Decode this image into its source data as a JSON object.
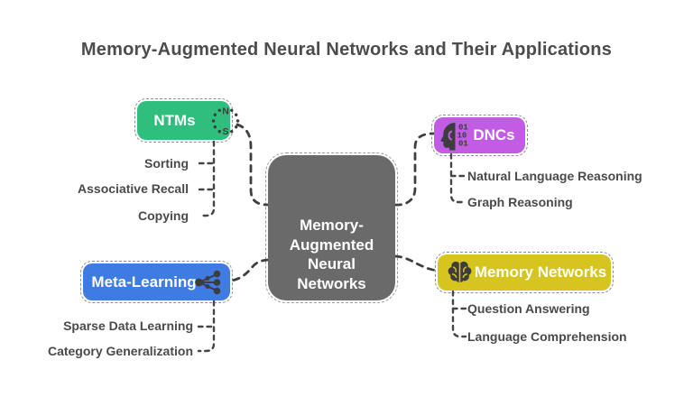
{
  "title": "Memory-Augmented Neural Networks and Their Applications",
  "central": {
    "label": "Memory-Augmented Neural Networks",
    "lines": [
      "Memory-",
      "Augmented",
      "Neural",
      "Networks"
    ],
    "color": "#6A6A6A"
  },
  "branches": [
    {
      "id": "ntms",
      "label": "NTMs",
      "color": "#2FBE7D",
      "icon": "compass-icon",
      "items": [
        "Sorting",
        "Associative Recall",
        "Copying"
      ]
    },
    {
      "id": "dncs",
      "label": "DNCs",
      "color": "#C25CE4",
      "icon": "head-binary-icon",
      "items": [
        "Natural Language Reasoning",
        "Graph Reasoning"
      ]
    },
    {
      "id": "meta-learning",
      "label": "Meta-Learning",
      "color": "#3E7CE4",
      "icon": "share-network-icon",
      "items": [
        "Sparse Data Learning",
        "Category Generalization"
      ]
    },
    {
      "id": "memory-networks",
      "label": "Memory Networks",
      "color": "#D5C51E",
      "icon": "brain-icon",
      "items": [
        "Question Answering",
        "Language Comprehension"
      ]
    }
  ],
  "colors": {
    "connector": "#3F3F3F",
    "item_text": "#4A4A4A",
    "title_text": "#4C4C4C",
    "background": "#FFFFFF"
  }
}
